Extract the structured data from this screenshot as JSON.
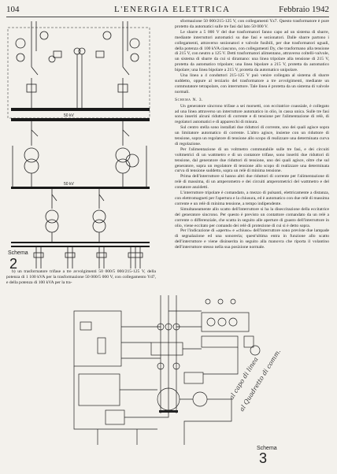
{
  "header": {
    "page_number": "104",
    "journal_title": "L'ENERGIA ELETTRICA",
    "date": "Febbraio 1942"
  },
  "figures": {
    "schema2": {
      "caption_word": "Schema",
      "caption_number": "2",
      "labels": {
        "kv_upper": "50 kV",
        "kv_lower": "50 kV"
      }
    },
    "schema3": {
      "caption_word": "Schema",
      "caption_number": "3",
      "handwriting": [
        "al capo di linea",
        "al Quadretto di comm."
      ]
    }
  },
  "left_column": {
    "paragraph": "b) un trasformatore trifase a tre avvolgimenti 50 000/5 000/215-125 V, della potenza di 1 100 kVA per la trasformazione 50 000/5 000 V, con collegamento Yd7, e della potenza di 100 kVA per la tra-"
  },
  "right_column": {
    "p1": "sformazione 50 000/215-125 V, con collegamenti Yz7. Questo trasformatore è pure protetto da automatici sulle tre fasi dal lato 50 000 V.",
    "p2": "Le sbarre a 5 000 V del due trasformatori fanno capo ad un sistema di sbarre, mediante interruttori automatici su due fasi e sezionatori. Dalle sbarre partono i collegamenti, attraverso sezionatori e valvole fusibili, per due trasformatori uguali, della potenza di 100 kVA ciascuno, con collegamenti Dy, che trasformano alla tensione di 215 V, con neutro a 125 V. Detti trasformatori alimentano, attraverso coltelli-valvole, un sistema di sbarre da cui si diramano: una linea tripolare alla tensione di 215 V, protetta da automatico tripolare; una linea bipolare a 215 V, protetta da automatico bipolare; una linea bipolare a 215 V, protetta da automatico unipolare.",
    "p3": "Una linea a 4 conduttori 215-125 V può venire collegata al sistema di sbarre suddetto, oppure al terziario del trasformatore a tre avvolgimenti, mediante un commutatore tetrapolare, con interruttore. Tale linea è protetta da un sistema di valvole normali.",
    "section_title": "Schema N. 3.",
    "p4": "Un generatore sincrono trifase a sei morsetti, con eccitatrice coassiale, è collegato ad una linea attraverso un interruttore automatico in olio, in cassa unica. Sulle tre fasi sono inseriti alcuni riduttori di corrente e di tensione per l'alimentazione di relè, di regolatori automatici e di apparecchi di misura.",
    "p5": "Sul centro stella sono installati due riduttori di corrente, uno dei quali agisce sopra un limitatore automatico di corrente. L'altro agisce, insieme con un riduttore di tensione, sopra un regolatore di tensione allo scopo di realizzare una determinata curva di regolazione.",
    "p6": "Per l'alimentazione di un voltmetro commutabile sulle tre fasi, e dei circuiti voltmetrici di un wattmetro e di un contatore trifase, sono inseriti due riduttori di tensione, dal generatore due riduttori di tensione, uno dei quali agisce, oltre che sul generatore, sopra un regolatore di tensione allo scopo di realizzare una determinata curva di tensione suddetto, sopra un relè di minima tensione.",
    "p7": "Prima dell'interruttore si hanno altri due riduttori di corrente per l'alimentazione di relè di massima, di un amperometro e dei circuiti amperometrici del wattmetro e del contatore anzidetti.",
    "p8": "L'interruttore tripolare è comandato, a mezzo di pulsanti, elettricamente a distanza, con elettromagneti per l'apertura e la chiusura, ed è automatico con due relè di massima corrente e un relè di minima tensione, a tempo indipendente.",
    "p9": "Simultaneamente allo scatto dell'interruttore si ha la diseccitazione della eccitatrice del generatore sincrono. Per questo è previsto un contattore comandato da un relè a corrente o differenziale, che scatta in seguito alle aperture di guasto dell'interruttore in olio, viene eccitato per comando dei relè di protezione di cui si è detto sopra.",
    "p10": "Per l'indicazione di «aperto» e «chiuso» dell'interruttore sono previste due lampade di segnalazione ed una sonoreria; quest'ultima entra in funzione allo scatto dell'interruttore e viene disinserita in seguito alla manovra che riporta il volantino dell'interruttore stesso nella sua posizione normale."
  }
}
